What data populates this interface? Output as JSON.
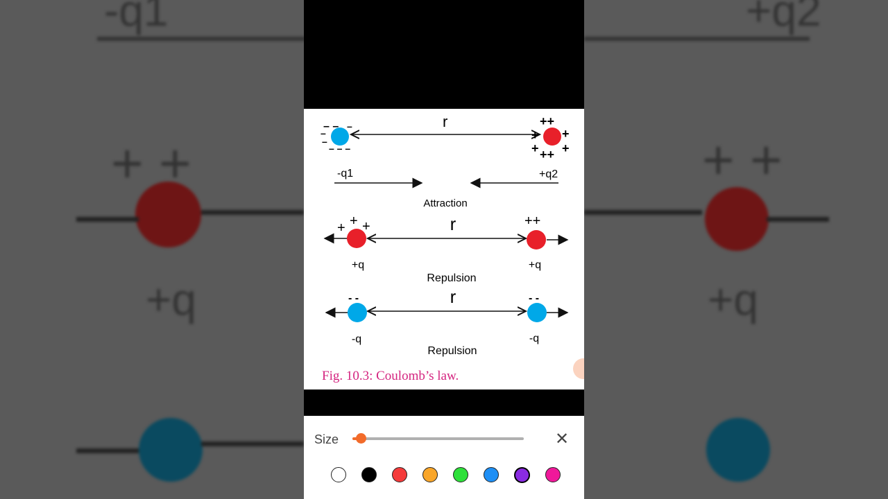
{
  "background": {
    "left_top": "-q1",
    "right_top": "+q2",
    "left_mid": "+q",
    "right_mid": "+q"
  },
  "figure": {
    "r_label": "r",
    "attraction": {
      "q1": "-q1",
      "q2": "+q2",
      "label": "Attraction"
    },
    "repulsion_positive": {
      "left": "+q",
      "right": "+q",
      "label": "Repulsion"
    },
    "repulsion_negative": {
      "left": "-q",
      "right": "-q",
      "label": "Repulsion"
    },
    "caption": "Fig. 10.3: Coulomb’s law.",
    "colors": {
      "negative": "#00a8e8",
      "positive": "#e8202a",
      "caption": "#d4237f"
    }
  },
  "toolbar": {
    "size_label": "Size",
    "size_value": 0.05,
    "close_icon": "close-icon",
    "colors": [
      "#ffffff",
      "#000000",
      "#f53b3b",
      "#f9a62a",
      "#2ee03a",
      "#1e8ff5",
      "#8a2be2",
      "#f0189a"
    ],
    "selected_color": "#8a2be2"
  }
}
